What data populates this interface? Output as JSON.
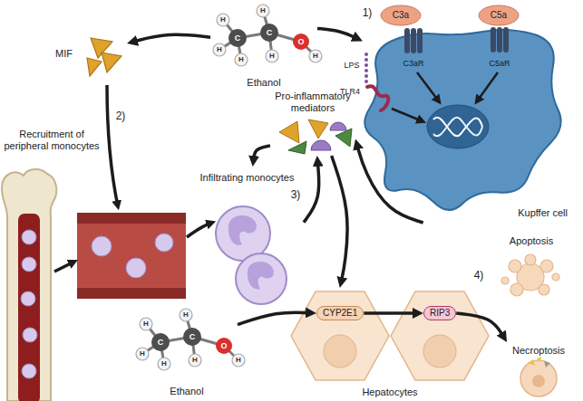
{
  "diagram": {
    "nodes": [
      {
        "text": [
          "Ethanol"
        ]
      },
      {
        "text": [
          "MIF"
        ]
      },
      {
        "text": [
          "Kupffer cell"
        ]
      },
      {
        "text": [
          "Recruitment of peripheral monocytes"
        ]
      },
      {
        "text": [
          "Pro-inflammatory mediators"
        ]
      },
      {
        "text": [
          "Infiltrating monocytes"
        ]
      },
      {
        "text": [
          "Apoptosis"
        ]
      },
      {
        "text": [
          "Ethanol"
        ]
      },
      {
        "text": [
          "Hepatocytes"
        ]
      },
      {
        "text": [
          "CYP2E1"
        ],
        "in": 8
      },
      {
        "text": [
          "RIP3"
        ],
        "in": 8
      },
      {
        "text": [
          "Necroptosis"
        ]
      }
    ],
    "edges": [
      {
        "from": 0,
        "to": 1,
        "arrow": "to"
      },
      {
        "from": 0,
        "to": 2,
        "arrow": "to"
      },
      {
        "from": 2,
        "to": 4,
        "arrow": "to"
      },
      {
        "from": 4,
        "to": 5,
        "arrow": "to"
      },
      {
        "from": 5,
        "to": 4,
        "arrow": "to"
      },
      {
        "from": 4,
        "to": 8,
        "arrow": "to"
      },
      {
        "from": 7,
        "to": 9,
        "arrow": "to"
      },
      {
        "from": 9,
        "to": 10,
        "arrow": "to"
      },
      {
        "from": 10,
        "to": 11,
        "arrow": "to"
      }
    ],
    "labels": [
      "C",
      "C",
      "O",
      "H",
      "H",
      "H",
      "H",
      "H",
      "H",
      "1)",
      "C3a",
      "C5a",
      "LPS",
      "TLR4",
      "C3aR",
      "C5aR",
      "2)",
      "3)",
      "4)",
      "C",
      "C",
      "O",
      "H",
      "H",
      "H",
      "H",
      "H",
      "H"
    ]
  }
}
